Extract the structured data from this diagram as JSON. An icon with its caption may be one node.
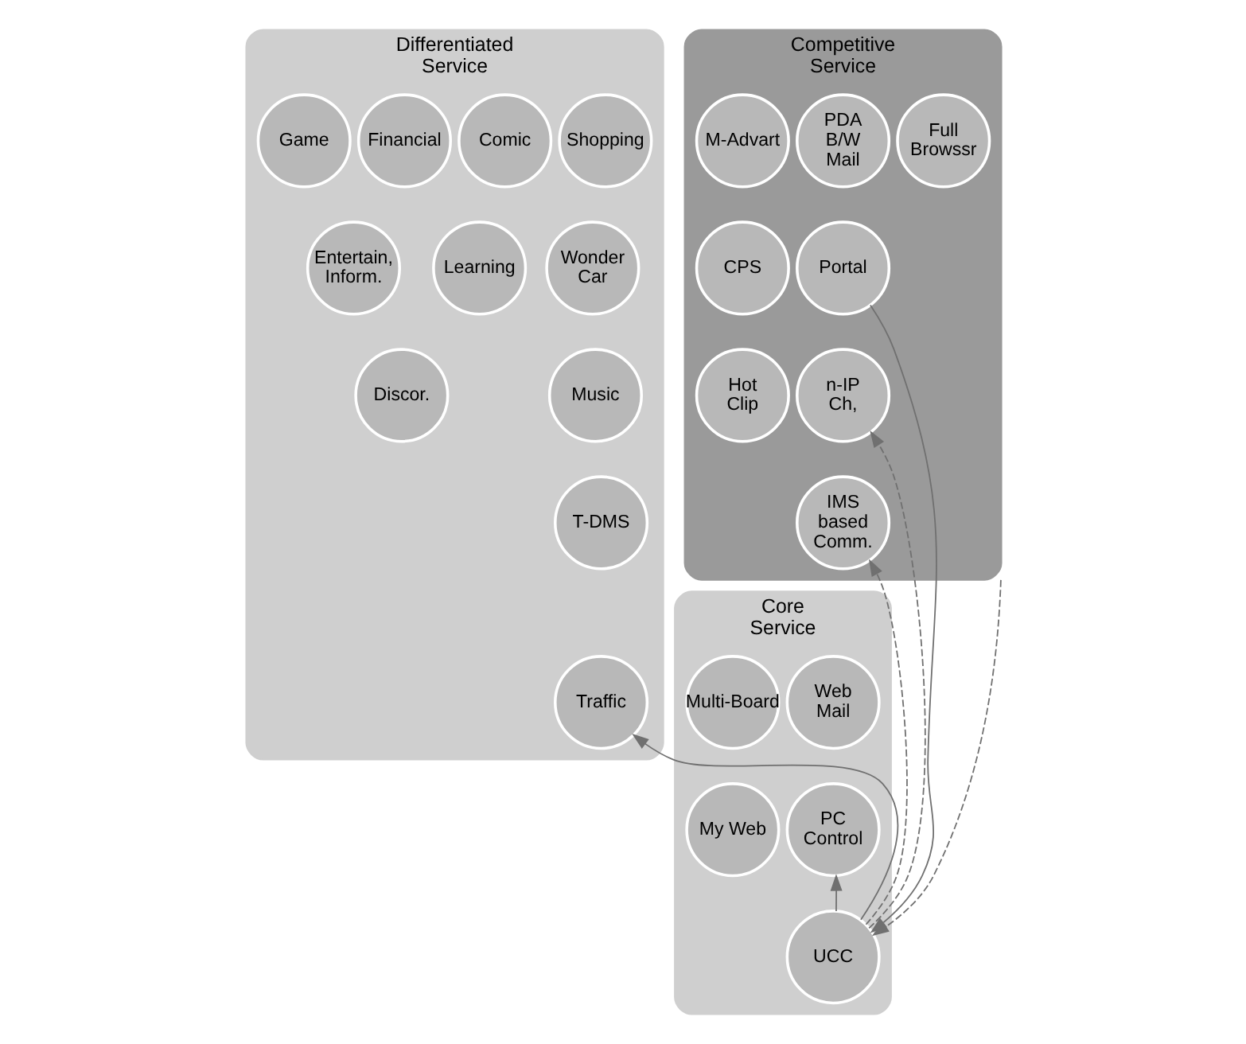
{
  "diagram": {
    "nodes": [
      {
        "text": [
          "Differentiated Service"
        ]
      },
      {
        "text": [
          "Shopping"
        ],
        "in": 0
      },
      {
        "text": [
          "Comic"
        ],
        "in": 0
      },
      {
        "text": [
          "Financial"
        ],
        "in": 0
      },
      {
        "text": [
          "Game"
        ],
        "in": 0
      },
      {
        "text": [
          "Learning"
        ],
        "in": 0
      },
      {
        "text": [
          "Wonder Car"
        ],
        "in": 0
      },
      {
        "text": [
          "Entertain, Inform."
        ],
        "in": 0
      },
      {
        "text": [
          "Discor."
        ],
        "in": 0
      },
      {
        "text": [
          "Music"
        ],
        "in": 0
      },
      {
        "text": [
          "T-DMS"
        ],
        "in": 0
      },
      {
        "text": [
          "Traffic"
        ],
        "in": 0
      },
      {
        "text": [
          "Competitive Service"
        ]
      },
      {
        "text": [
          "Full Browssr"
        ],
        "in": 12
      },
      {
        "text": [
          "PDA B/W Mail"
        ],
        "in": 12
      },
      {
        "text": [
          "M-Advart"
        ],
        "in": 12
      },
      {
        "text": [
          "CPS"
        ],
        "in": 12
      },
      {
        "text": [
          "Portal"
        ],
        "in": 12
      },
      {
        "text": [
          "Hot Clip"
        ],
        "in": 12
      },
      {
        "text": [
          "n-IP Ch,"
        ],
        "in": 12
      },
      {
        "text": [
          "IMS based Comm."
        ],
        "in": 12
      },
      {
        "text": [
          "Core Service"
        ]
      },
      {
        "text": [
          "Web Mail"
        ],
        "in": 21
      },
      {
        "text": [
          "Multi-Board"
        ],
        "in": 21
      },
      {
        "text": [
          "My Web"
        ],
        "in": 21
      },
      {
        "text": [
          "PC Control"
        ],
        "in": 21
      },
      {
        "text": [
          "UCC"
        ],
        "in": 21
      }
    ],
    "edges": [
      {
        "from": 26,
        "to": 11,
        "arrow": "to"
      },
      {
        "from": 26,
        "to": 25,
        "arrow": "to"
      },
      {
        "from": 26,
        "to": 20,
        "arrow": "to",
        "style": "dashed"
      },
      {
        "from": 26,
        "to": 19,
        "arrow": "to",
        "style": "dashed"
      },
      {
        "from": 17,
        "to": 26,
        "arrow": "to"
      },
      {
        "from": 12,
        "to": 26,
        "arrow": "to",
        "style": "dashed"
      }
    ]
  }
}
